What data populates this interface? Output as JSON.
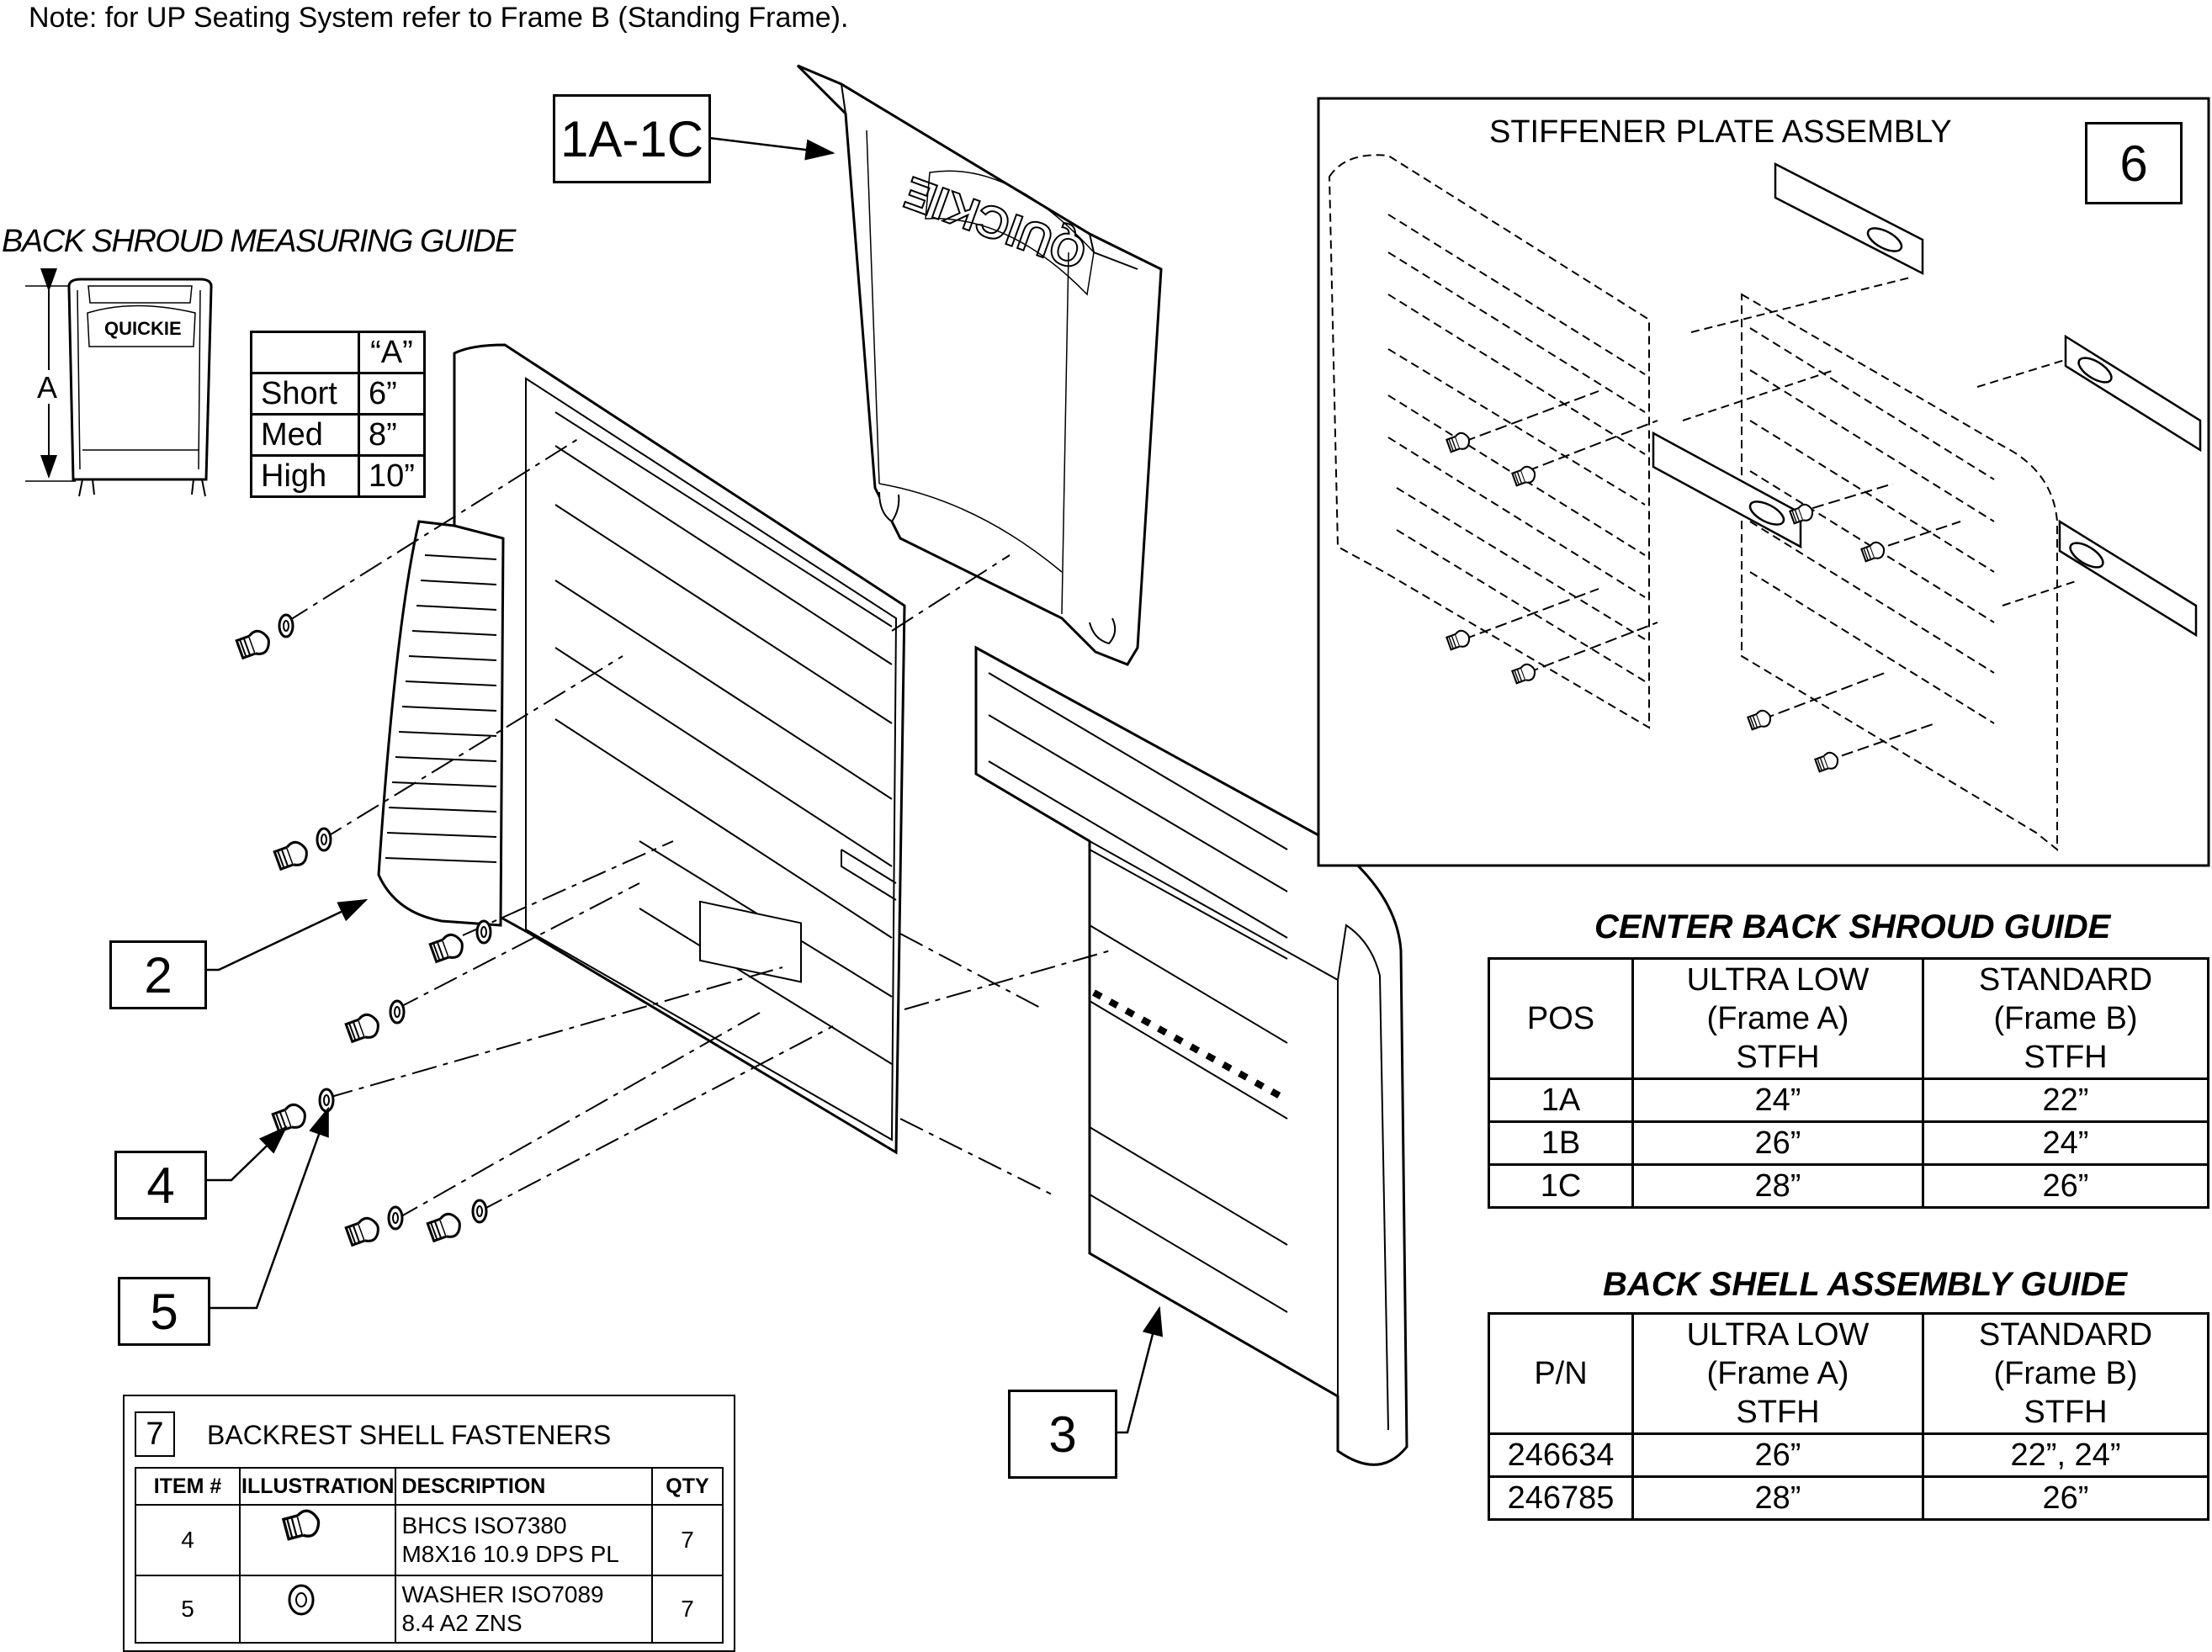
{
  "note": "Note: for UP Seating System refer to Frame B (Standing Frame).",
  "callouts": {
    "c1": "1A-1C",
    "c2": "2",
    "c3": "3",
    "c4": "4",
    "c5": "5",
    "c6": "6"
  },
  "quickie_logo": "QUICKIE",
  "measuring_guide": {
    "title": "BACK SHROUD MEASURING GUIDE",
    "dimension_label": "A",
    "header": [
      "",
      "“A”"
    ],
    "rows": [
      [
        "Short",
        "6”"
      ],
      [
        "Med",
        "8”"
      ],
      [
        "High",
        "10”"
      ]
    ]
  },
  "stiffener": {
    "title": "STIFFENER PLATE ASSEMBLY"
  },
  "center_guide": {
    "title": "CENTER BACK SHROUD GUIDE",
    "header": [
      "POS",
      "ULTRA LOW",
      "(Frame A)",
      "STFH",
      "STANDARD",
      "(Frame B)",
      "STFH"
    ],
    "rows": [
      [
        "1A",
        "24”",
        "22”"
      ],
      [
        "1B",
        "26”",
        "24”"
      ],
      [
        "1C",
        "28”",
        "26”"
      ]
    ]
  },
  "shell_guide": {
    "title": "BACK SHELL ASSEMBLY GUIDE",
    "header": [
      "P/N",
      "ULTRA LOW",
      "(Frame A)",
      "STFH",
      "STANDARD",
      "(Frame B)",
      "STFH"
    ],
    "rows": [
      [
        "246634",
        "26”",
        "22”, 24”"
      ],
      [
        "246785",
        "28”",
        "26”"
      ]
    ]
  },
  "fasteners": {
    "number": "7",
    "title": "BACKREST SHELL FASTENERS",
    "columns": [
      "ITEM #",
      "ILLUSTRATION",
      "DESCRIPTION",
      "QTY"
    ],
    "rows": [
      {
        "item": "4",
        "desc1": "BHCS ISO7380",
        "desc2": "M8X16 10.9 DPS PL",
        "qty": "7",
        "icon": "screw-icon"
      },
      {
        "item": "5",
        "desc1": "WASHER ISO7089",
        "desc2": "8.4 A2 ZNS",
        "qty": "7",
        "icon": "washer-icon"
      }
    ]
  }
}
